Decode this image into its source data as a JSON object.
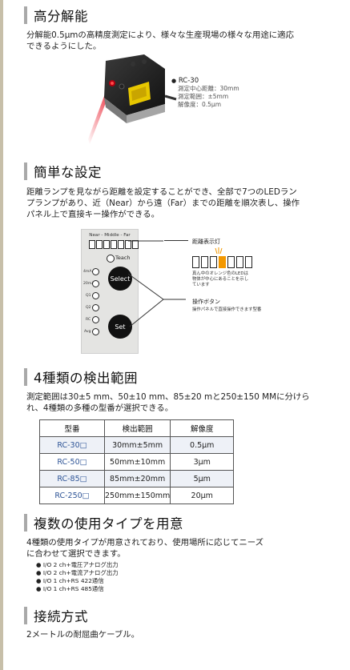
{
  "sections": [
    {
      "title": "高分解能",
      "text": [
        "分解能0.5μmの高精度測定により、様々な生産現場の様々な用途に適応",
        "できるようにした。"
      ]
    },
    {
      "title": "簡単な設定",
      "text": [
        "距離ランプを見ながら距離を設定することができ、全部で7つのLEDラン",
        "プランプがあり、近（Near）から遠（Far）までの距離を順次表し、操作",
        "パネル上で直接キー操作ができる。"
      ]
    },
    {
      "title": "4種類の検出範囲",
      "text": [
        "測定範囲は30±5 mm、50±10 mm、85±20 mと250±150 MMに分けら",
        "れ、4種類の多種の型番が選択できる。"
      ]
    },
    {
      "title": "複数の使用タイプを用意",
      "text": [
        "4種類の使用タイプが用意されており、使用場所に応じてニーズ",
        "に合わせて選択できます。"
      ]
    },
    {
      "title": "接続方式",
      "text": [
        "2メートルの耐屈曲ケーブル。"
      ]
    }
  ],
  "product": {
    "model": "RC-30",
    "specs": [
      "測定中心距離：30mm",
      "測定範囲：±5mm",
      "解像度：0.5μm"
    ]
  },
  "panel": {
    "range_label": "Near - Middle - Far",
    "teach": "Teach",
    "select": "Select",
    "set": "Set",
    "left_labels": [
      "4mA",
      "20mA",
      "Q1",
      "Q2",
      "RC",
      "Avg"
    ],
    "led_count": 7,
    "annotation_leds_title": "距離表示灯",
    "annotation_leds_desc": [
      "真ん中のオレンジ色のLEDは",
      "物体が中心にあることを示し",
      "ています"
    ],
    "annotation_button_title": "操作ボタン",
    "annotation_button_desc": "操作パネルで直接操作できます型番"
  },
  "table": {
    "headers": [
      "型番",
      "検出範囲",
      "解像度"
    ],
    "rows": [
      [
        "RC-30□",
        "30mm±5mm",
        "0.5μm"
      ],
      [
        "RC-50□",
        "50mm±10mm",
        "3μm"
      ],
      [
        "RC-85□",
        "85mm±20mm",
        "5μm"
      ],
      [
        "RC-250□",
        "250mm±150mm",
        "20μm"
      ]
    ]
  },
  "types": [
    "I/O 2 ch+電圧アナログ出力",
    "I/O 2 ch+電流アナログ出力",
    "I/O 1 ch+RS 422通信",
    "I/O 1 ch+RS 485通信"
  ],
  "colors": {
    "accent_bar": "#a9a9a9",
    "led_on": "#f39800",
    "model_text": "#2f5597",
    "laser": "#e60012"
  }
}
